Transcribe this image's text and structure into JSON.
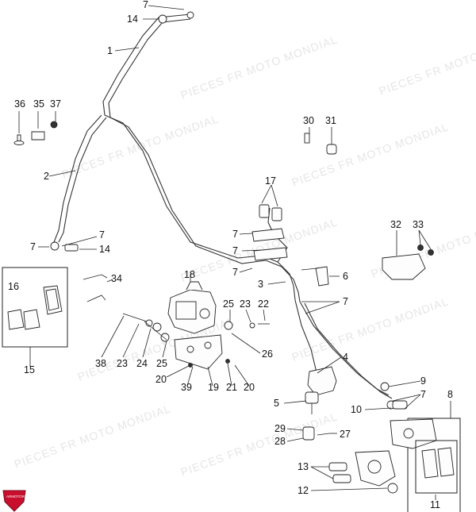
{
  "watermark": "PIECES FR MOTO MONDIAL",
  "watermark_sub": "ARMOTORS",
  "logo_text": "ARMOTORS",
  "callouts": {
    "c1": "1",
    "c2": "2",
    "c3": "3",
    "c4": "4",
    "c5": "5",
    "c6": "6",
    "c7a": "7",
    "c7b": "7",
    "c7c": "7",
    "c7d": "7",
    "c7e": "7",
    "c7f": "7",
    "c7g": "7",
    "c8": "8",
    "c9": "9",
    "c10": "10",
    "c11": "11",
    "c12": "12",
    "c13": "13",
    "c14a": "14",
    "c14b": "14",
    "c15": "15",
    "c16": "16",
    "c17": "17",
    "c18": "18",
    "c19": "19",
    "c20a": "20",
    "c20b": "20",
    "c21": "21",
    "c22": "22",
    "c23a": "23",
    "c23b": "23",
    "c24": "24",
    "c25a": "25",
    "c25b": "25",
    "c26": "26",
    "c27": "27",
    "c28": "28",
    "c29": "29",
    "c30": "30",
    "c31": "31",
    "c32": "32",
    "c33": "33",
    "c34": "34",
    "c35": "35",
    "c36": "36",
    "c37": "37",
    "c38": "38",
    "c39": "39"
  }
}
